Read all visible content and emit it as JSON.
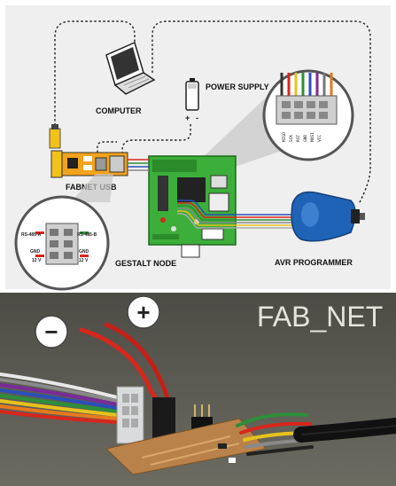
{
  "diagram": {
    "labels": {
      "computer": "COMPUTER",
      "power_supply": "POWER SUPPLY",
      "fabnet_usb": "FABNET USB",
      "gestalt_node": "GESTALT NODE",
      "avr_programmer": "AVR PROGRAMMER"
    },
    "battery_terminals": {
      "plus": "+",
      "minus": "-"
    },
    "connector_pinout": {
      "rs485_a": "RS-485-A",
      "rs485_b": "RS-485-B",
      "gnd_left": "GND",
      "gnd_right": "GND",
      "v12_left": "12 V",
      "v12_right": "12 V"
    },
    "isp_pinout": [
      "MISO",
      "SCK",
      "RST",
      "GND",
      "MOSI",
      "VCC"
    ]
  },
  "photo": {
    "title": "FAB_NET",
    "minus_symbol": "−",
    "plus_symbol": "+"
  },
  "colors": {
    "panel_bg": "#efefef",
    "pcb_green": "#3cae3a",
    "fabnet_orange": "#f2a21b",
    "avr_blue": "#1f63b6",
    "photo_bg": "#5a5a52",
    "wire_red": "#d8261c",
    "wire_green": "#2d8f3a",
    "wire_blue": "#2a4fb8"
  }
}
